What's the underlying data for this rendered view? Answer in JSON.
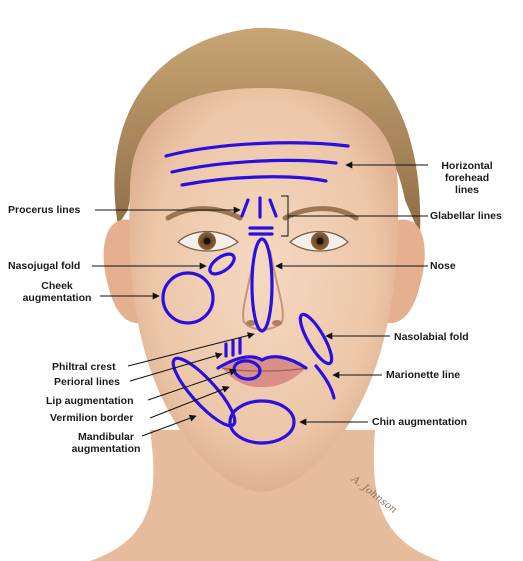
{
  "labels": {
    "horizontal_forehead_lines": "Horizontal\nforehead\nlines",
    "procerus_lines": "Procerus lines",
    "glabellar_lines": "Glabellar lines",
    "nasojugal_fold": "Nasojugal fold",
    "nose": "Nose",
    "cheek_augmentation": "Cheek\naugmentation",
    "nasolabial_fold": "Nasolabial fold",
    "philtral_crest": "Philtral crest",
    "perioral_lines": "Perioral lines",
    "marionette_line": "Marionette line",
    "lip_augmentation": "Lip augmentation",
    "vermilion_border": "Vermilion border",
    "chin_augmentation": "Chin augmentation",
    "mandibular_augmentation": "Mandibular\naugmentation"
  },
  "signature": "A. Johnson",
  "colors": {
    "marker": "#2a10e0",
    "skin": "#efcdb2",
    "hair": "#a88458",
    "arrow": "#111111",
    "text": "#1a1a1a"
  }
}
